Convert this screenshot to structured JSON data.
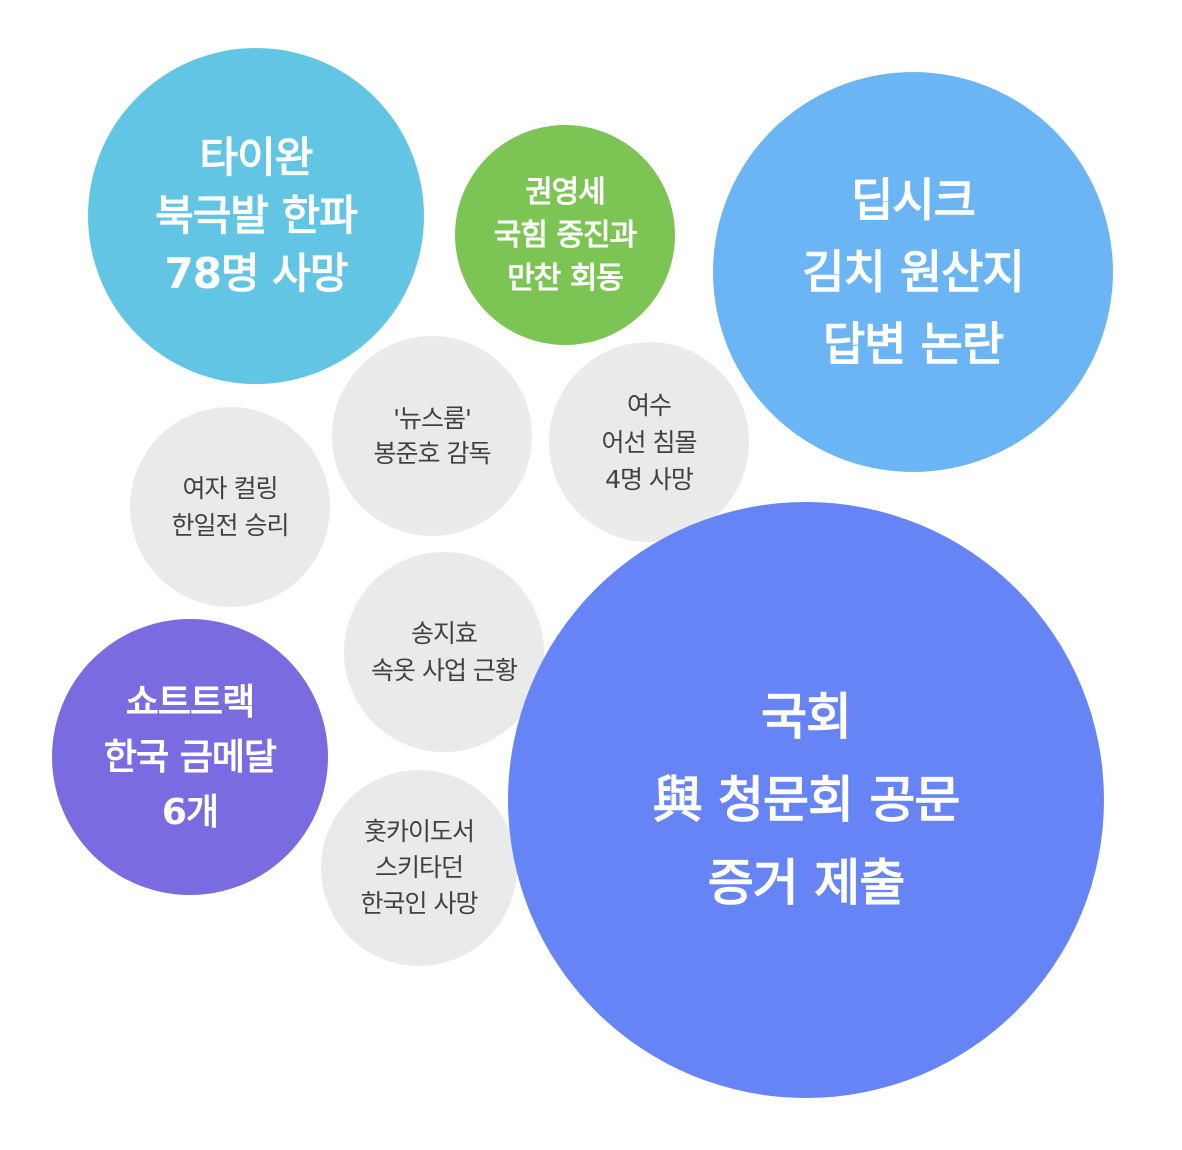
{
  "bubbles": [
    {
      "id": "taiwan-cold-wave",
      "lines": [
        "타이완",
        "북극발 한파",
        "78명 사망"
      ],
      "color": "#62c5e4",
      "text_style": "light"
    },
    {
      "id": "kwon-youngse-meeting",
      "lines": [
        "권영세",
        "국힘 중진과",
        "만찬 회동"
      ],
      "color": "#7cc554",
      "text_style": "light"
    },
    {
      "id": "deepseek-kimchi",
      "lines": [
        "딥시크",
        "김치 원산지",
        "답변 논란"
      ],
      "color": "#6bb5f5",
      "text_style": "light"
    },
    {
      "id": "newsroom-bong",
      "lines": [
        "'뉴스룸'",
        "봉준호 감독"
      ],
      "color": "#e9e9e9",
      "text_style": "dark"
    },
    {
      "id": "yeosu-boat",
      "lines": [
        "여수",
        "어선 침몰",
        "4명 사망"
      ],
      "color": "#e9e9e9",
      "text_style": "dark"
    },
    {
      "id": "women-curling",
      "lines": [
        "여자 컬링",
        "한일전 승리"
      ],
      "color": "#e9e9e9",
      "text_style": "dark"
    },
    {
      "id": "song-jihyo",
      "lines": [
        "송지효",
        "속옷 사업 근황"
      ],
      "color": "#e9e9e9",
      "text_style": "dark"
    },
    {
      "id": "short-track",
      "lines": [
        "쇼트트랙",
        "한국 금메달",
        "6개"
      ],
      "color": "#7a6ce0",
      "text_style": "light"
    },
    {
      "id": "hokkaido-ski",
      "lines": [
        "홋카이도서",
        "스키타던",
        "한국인 사망"
      ],
      "color": "#e9e9e9",
      "text_style": "dark"
    },
    {
      "id": "national-assembly",
      "lines": [
        "국회",
        "與 청문회 공문",
        "증거 제출"
      ],
      "color": "#6684f5",
      "text_style": "light"
    }
  ]
}
